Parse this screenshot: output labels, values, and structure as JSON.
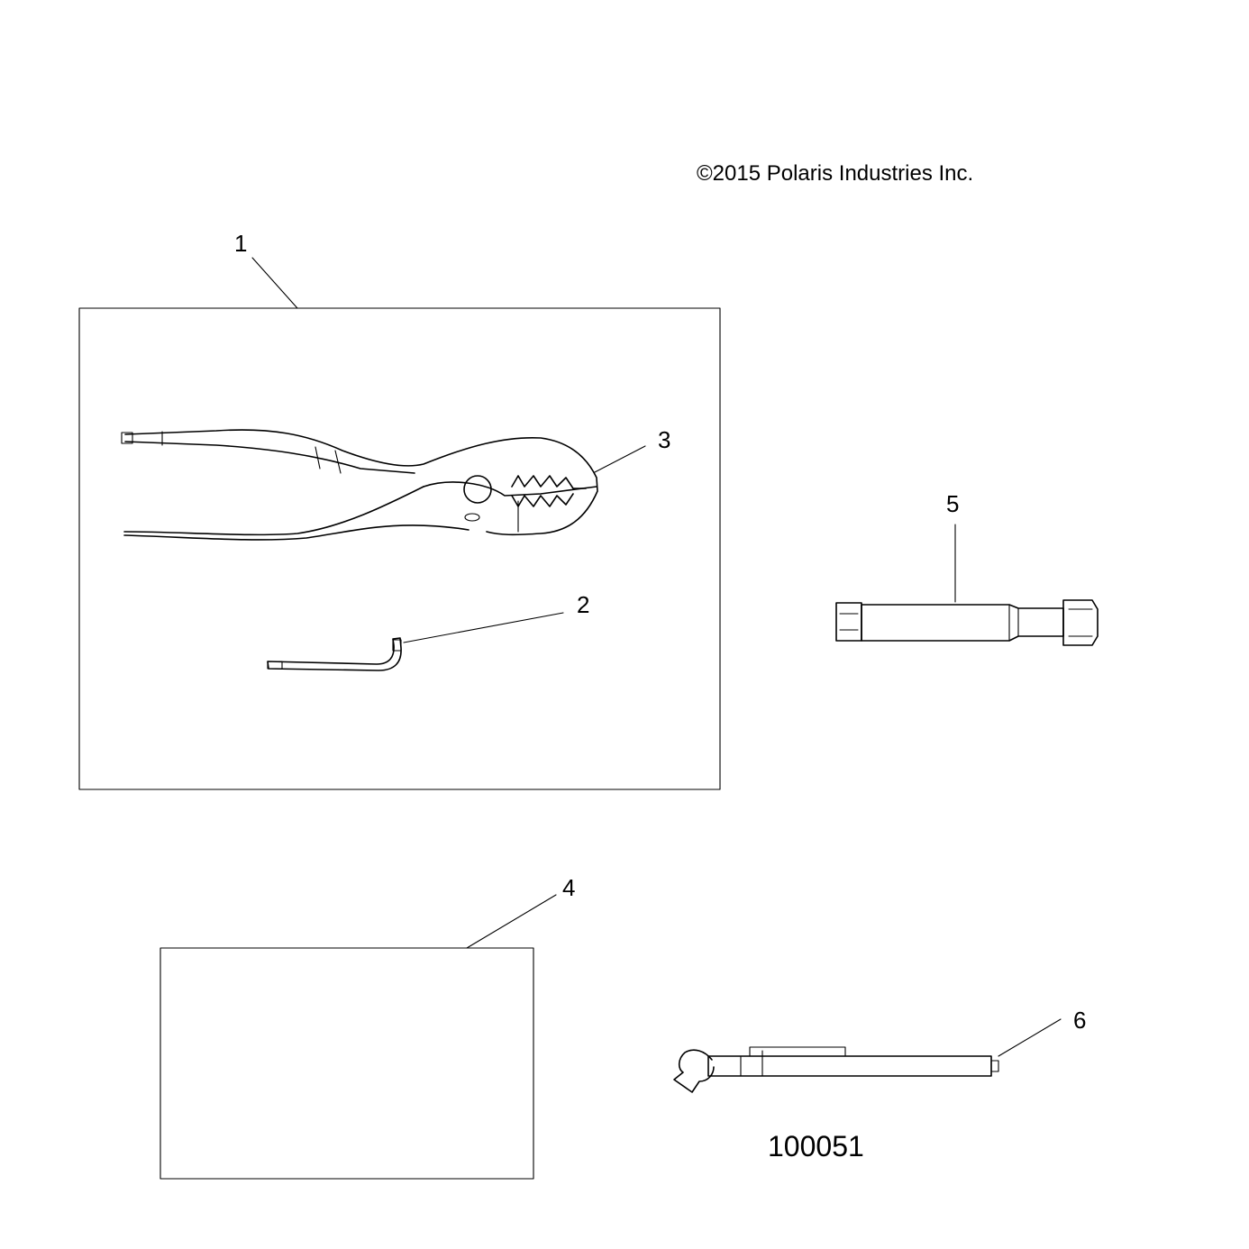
{
  "copyright": "©2015 Polaris Industries Inc.",
  "figure_number": "100051",
  "callouts": {
    "c1": "1",
    "c2": "2",
    "c3": "3",
    "c4": "4",
    "c5": "5",
    "c6": "6"
  },
  "parts": [
    {
      "callout": "1",
      "icon": "tool-kit-box"
    },
    {
      "callout": "2",
      "icon": "hex-key-icon"
    },
    {
      "callout": "3",
      "icon": "pliers-icon"
    },
    {
      "callout": "4",
      "icon": "manual-icon"
    },
    {
      "callout": "5",
      "icon": "spark-plug-socket-icon"
    },
    {
      "callout": "6",
      "icon": "wrench-handle-icon"
    }
  ]
}
